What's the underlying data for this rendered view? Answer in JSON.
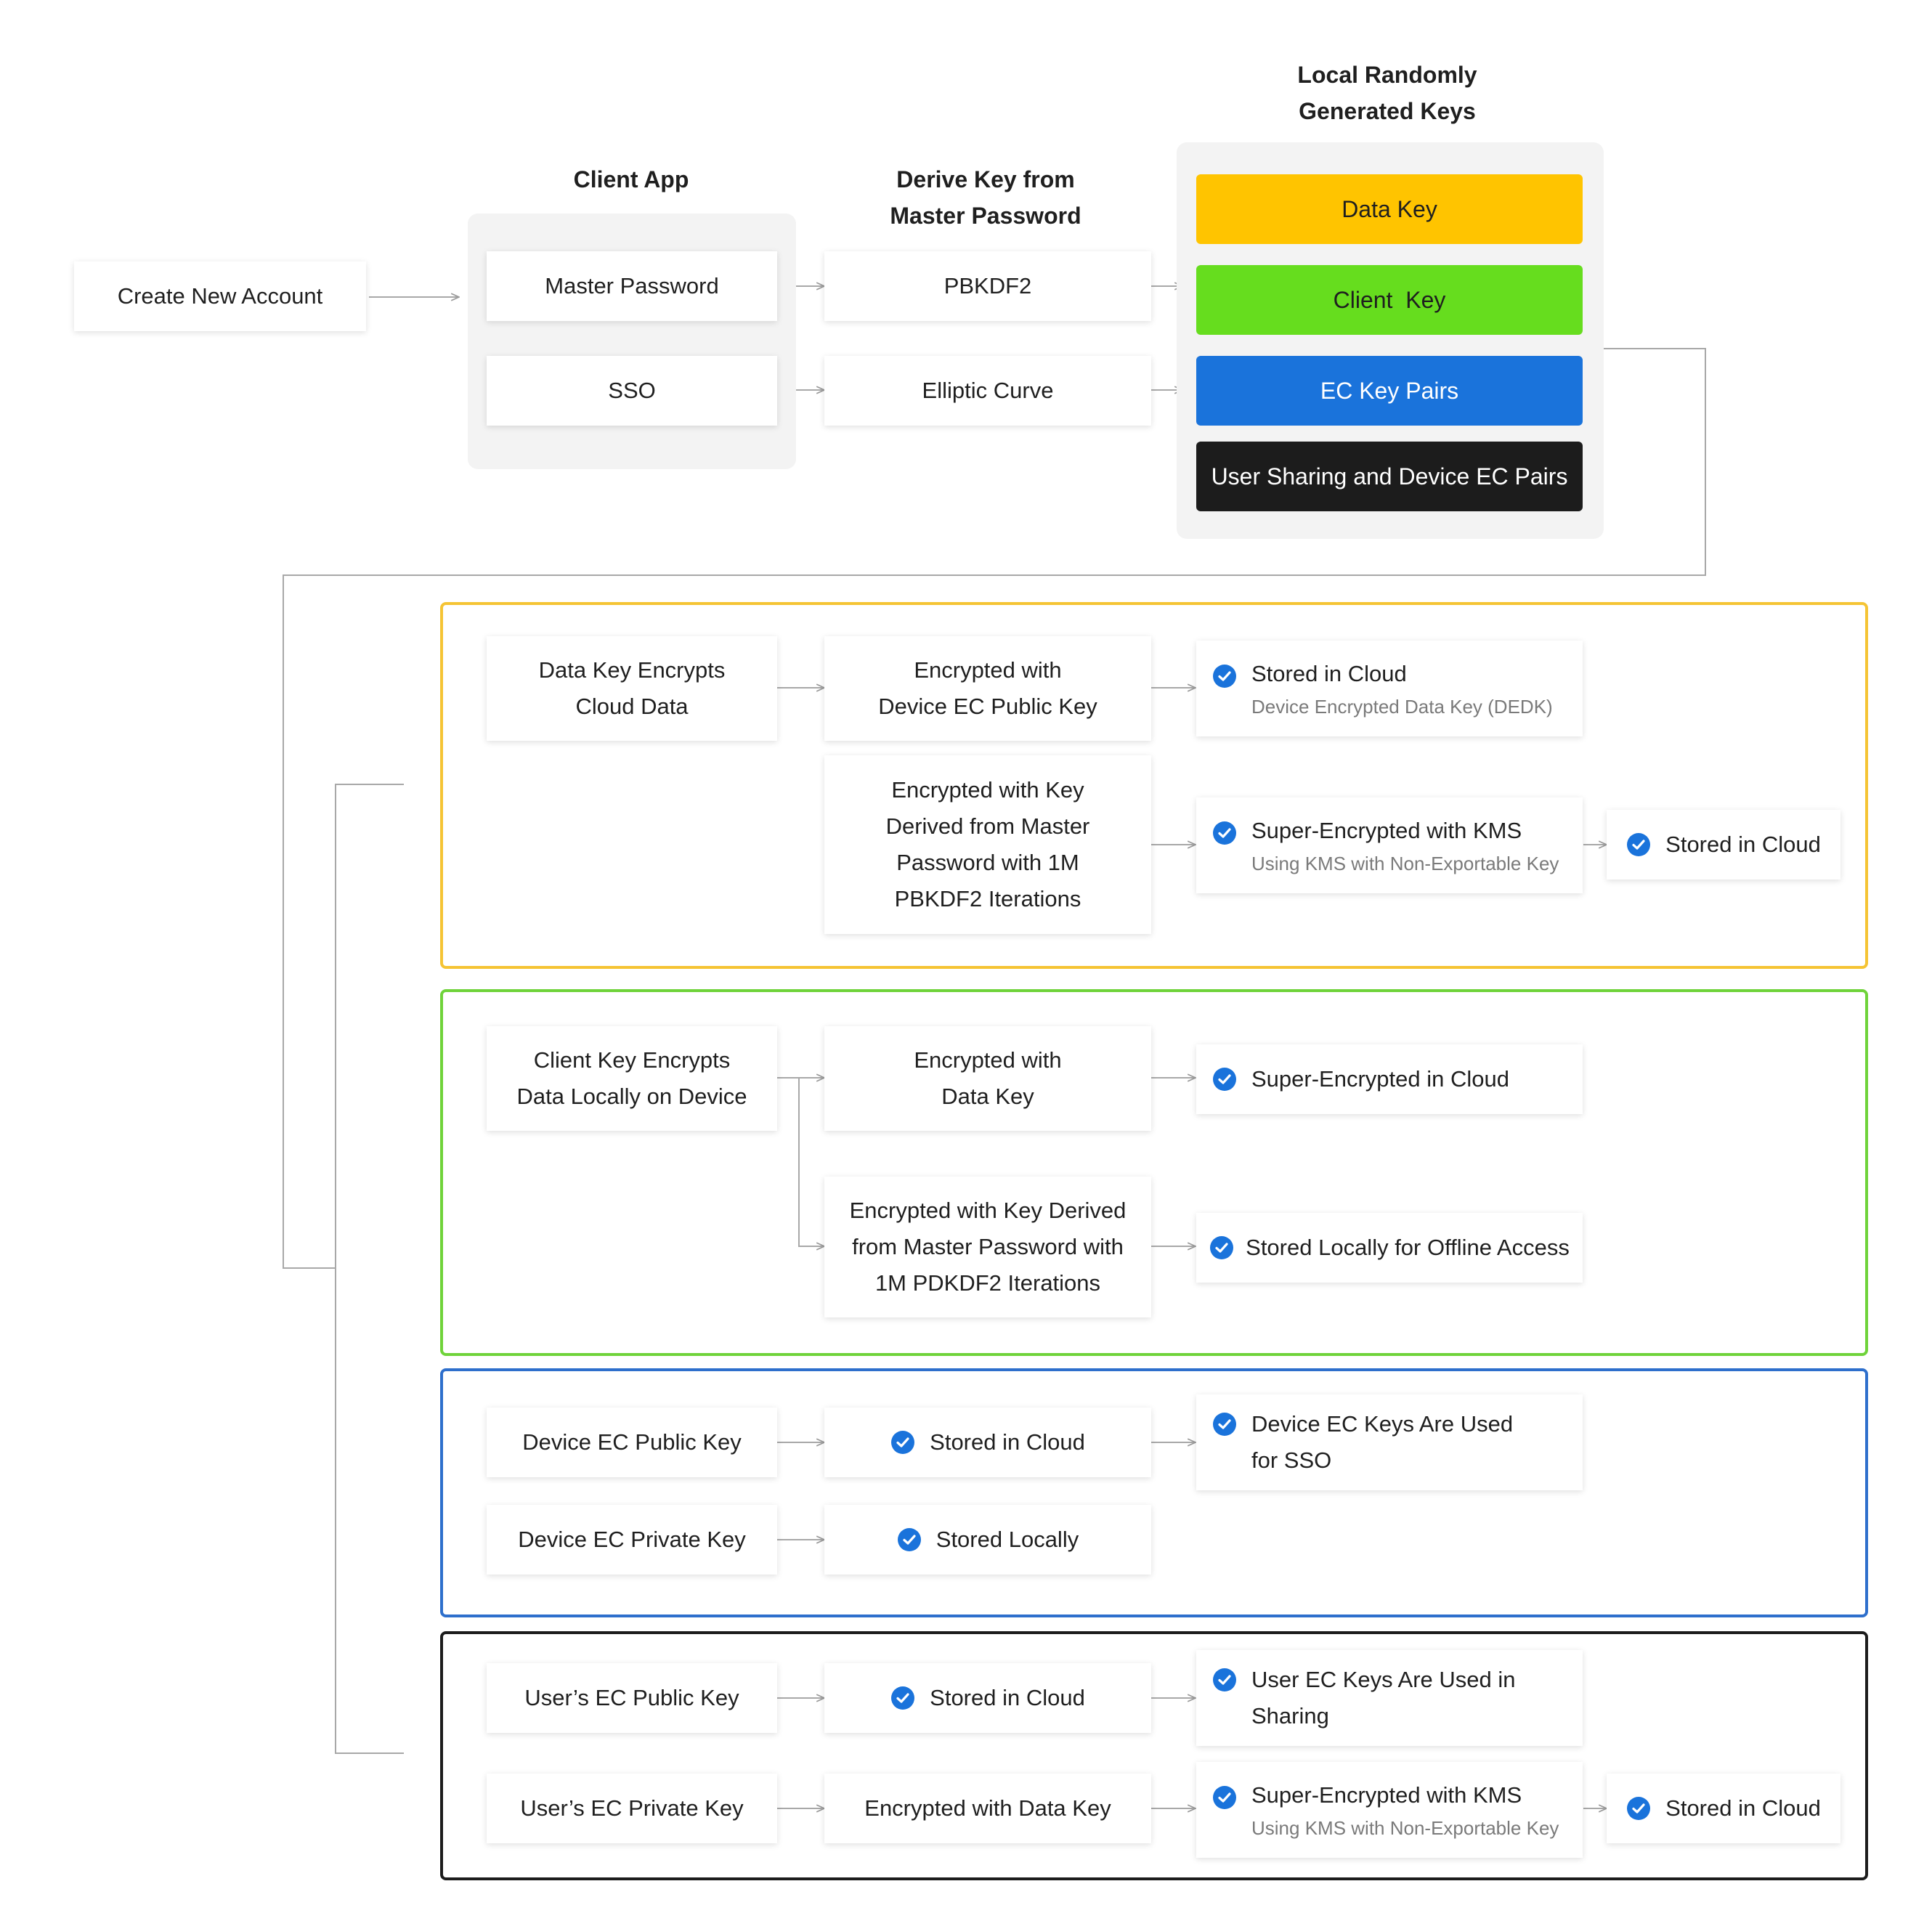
{
  "headers": {
    "client_app": "Client App",
    "derive_key": [
      "Derive Key from",
      "Master Password"
    ],
    "local_keys": [
      "Local Randomly",
      "Generated Keys"
    ]
  },
  "create_account": "Create New Account",
  "client_app": {
    "master_password": "Master Password",
    "sso": "SSO"
  },
  "derive": {
    "pbkdf2": "PBKDF2",
    "elliptic_curve": "Elliptic Curve"
  },
  "keys": [
    {
      "label": "Data Key",
      "color": "#FFC400",
      "text_color": "#1f1f1f"
    },
    {
      "label": "Client  Key",
      "color": "#66DD1E",
      "text_color": "#1f1f1f"
    },
    {
      "label": "EC Key Pairs",
      "color": "#1A73DB",
      "text_color": "#ffffff"
    },
    {
      "label": "User Sharing and Device EC Pairs",
      "color": "#1c1c1c",
      "text_color": "#ffffff"
    }
  ],
  "check_color": "#1A73DB",
  "group_data_key": {
    "border_color": "#F5C434",
    "source": [
      "Data Key Encrypts",
      "Cloud Data"
    ],
    "enc_device": [
      "Encrypted with",
      "Device EC Public Key"
    ],
    "enc_master": [
      "Encrypted with Key",
      "Derived from Master",
      "Password with 1M",
      "PBKDF2 Iterations"
    ],
    "stored_cloud": {
      "title": "Stored in Cloud",
      "subtitle": "Device Encrypted Data Key (DEDK)"
    },
    "super_kms": {
      "title": "Super-Encrypted with KMS",
      "subtitle": "Using KMS with Non-Exportable Key"
    },
    "stored_cloud_final": "Stored in Cloud"
  },
  "group_client_key": {
    "border_color": "#6FD33A",
    "source": [
      "Client Key Encrypts",
      "Data Locally on Device"
    ],
    "enc_data_key": [
      "Encrypted with",
      "Data Key"
    ],
    "enc_master": [
      "Encrypted with Key Derived",
      "from Master Password with",
      "1M PDKDF2 Iterations"
    ],
    "super_cloud": "Super-Encrypted in Cloud",
    "stored_local": "Stored Locally for Offline Access"
  },
  "group_ec": {
    "border_color": "#2E6FCC",
    "public_key": "Device EC Public Key",
    "private_key": "Device EC Private Key",
    "stored_cloud": "Stored in Cloud",
    "stored_local": "Stored Locally",
    "sso_note": [
      "Device EC Keys Are Used",
      "for SSO"
    ]
  },
  "group_user": {
    "border_color": "#1c1c1c",
    "public_key": "User’s EC Public Key",
    "private_key": "User’s EC Private Key",
    "stored_cloud": "Stored in Cloud",
    "enc_data_key": "Encrypted with Data Key",
    "sharing_note": [
      "User EC Keys Are Used in",
      "Sharing"
    ],
    "super_kms": {
      "title": "Super-Encrypted with KMS",
      "subtitle": "Using KMS with Non-Exportable Key"
    },
    "stored_cloud_final": "Stored in Cloud"
  }
}
